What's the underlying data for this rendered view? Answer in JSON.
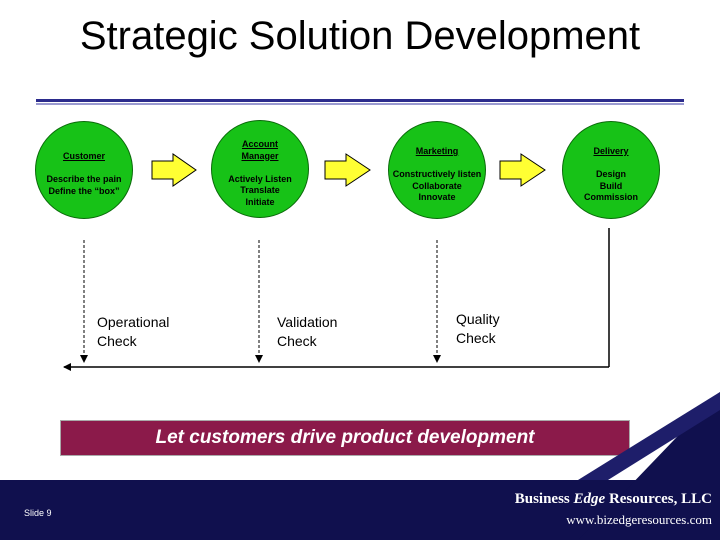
{
  "title": "Strategic Solution Development",
  "nodes": [
    {
      "title": "Customer",
      "lines": [
        "",
        "Describe the pain",
        "Define the “box”"
      ]
    },
    {
      "title": "Account Manager",
      "lines": [
        "",
        "Actively Listen",
        "Translate",
        "Initiate"
      ]
    },
    {
      "title": "Marketing",
      "lines": [
        "",
        "Constructively listen",
        "Collaborate",
        "Innovate"
      ]
    },
    {
      "title": "Delivery",
      "lines": [
        "",
        "Design",
        "Build",
        "Commission"
      ]
    }
  ],
  "checks": [
    {
      "line1": "Operational",
      "line2": "Check"
    },
    {
      "line1": "Validation",
      "line2": "Check"
    },
    {
      "line1": "Quality",
      "line2": "Check"
    }
  ],
  "banner": "Let customers drive product development",
  "footer": {
    "slide": "Slide 9",
    "company_a": "Business ",
    "company_b": "Edge",
    "company_c": " Resources, LLC",
    "url": "www.bizedgeresources.com"
  },
  "colors": {
    "node_fill": "#17c217",
    "arrow_fill": "#ffff33",
    "banner_bg": "#8b1a4a",
    "footer_bg": "#10104e",
    "rule": "#2b2b8c"
  }
}
